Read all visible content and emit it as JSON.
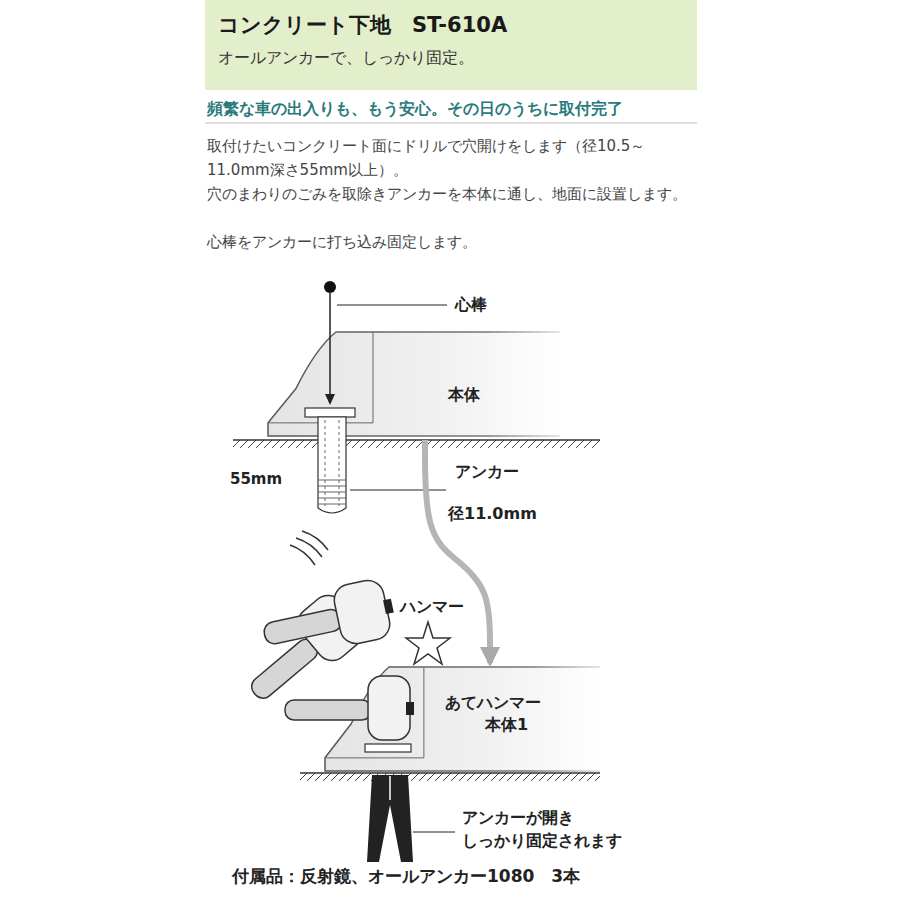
{
  "diagram": {
    "nodes": [
      {
        "text": [
          "コンクリート下地　ST-610A",
          "オールアンカーで、しっかり固定。"
        ]
      },
      {
        "text": [
          "本体"
        ]
      },
      {
        "text": [
          "あてハンマー",
          "本体1"
        ]
      }
    ],
    "edges": [
      {
        "from": 1,
        "to": 2,
        "arrow": "to"
      }
    ],
    "labels": [
      "頻繁な車の出入りも、もう安心。その日のうちに取付完了",
      "取付けたいコンクリート面にドリルで穴開けをします（径10.5～11.0mm深さ55mm以上）。",
      "穴のまわりのごみを取除きアンカーを本体に通し、地面に設置します。",
      "心棒をアンカーに打ち込み固定します。",
      "心棒",
      "55mm",
      "アンカー",
      "径11.0mm",
      "ハンマー",
      "アンカーが開き しっかり固定されます",
      "付属品：反射鏡、オールアンカー1080　3本"
    ]
  }
}
